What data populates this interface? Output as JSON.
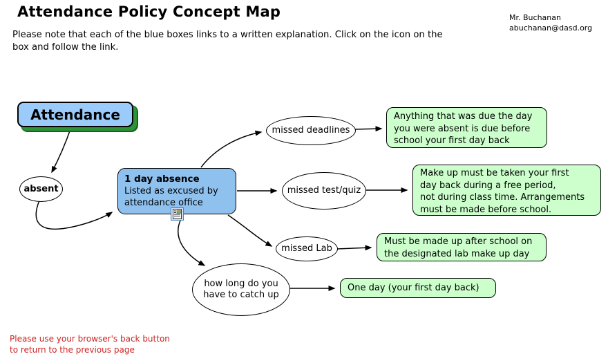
{
  "header": {
    "title": "Attendance Policy Concept Map",
    "subtitle": "Please note that each of the blue boxes links to a written explanation. Click on the icon on the box and follow the link.",
    "contact_name": "Mr. Buchanan",
    "contact_email": "abuchanan@dasd.org"
  },
  "map": {
    "root": {
      "label": "Attendance"
    },
    "absent": {
      "label": "absent"
    },
    "blue_box": {
      "title": "1 day absence",
      "line1": "Listed as excused by",
      "line2": "attendance office",
      "icon": "linked-document-icon"
    },
    "ellipses": {
      "deadlines": {
        "label": "missed deadlines"
      },
      "testquiz": {
        "label": "missed test/quiz"
      },
      "lab": {
        "label": "missed Lab"
      },
      "howlong": {
        "line1": "how long do you",
        "line2": "have to catch up"
      }
    },
    "green_boxes": {
      "deadlines": {
        "lines": [
          "Anything that was due the day",
          "you were absent is due before",
          "school your first day back"
        ]
      },
      "testquiz": {
        "lines": [
          "Make up must be taken your first",
          "day back during a free period,",
          "not during class time. Arrangements",
          "must be made before school."
        ]
      },
      "lab": {
        "lines": [
          "Must be made up after school on",
          "the designated lab make up day"
        ]
      },
      "howlong": {
        "lines": [
          "One day (your first day back)"
        ]
      }
    }
  },
  "footer": {
    "line1": "Please use your browser's back button",
    "line2": "to return to the previous page"
  },
  "colors": {
    "root_fill": "#9bcbfa",
    "root_shadow": "#2d9437",
    "blue_box_fill": "#8fc1ef",
    "green_box_fill": "#ccffcc",
    "footer_red": "#cc2222"
  }
}
